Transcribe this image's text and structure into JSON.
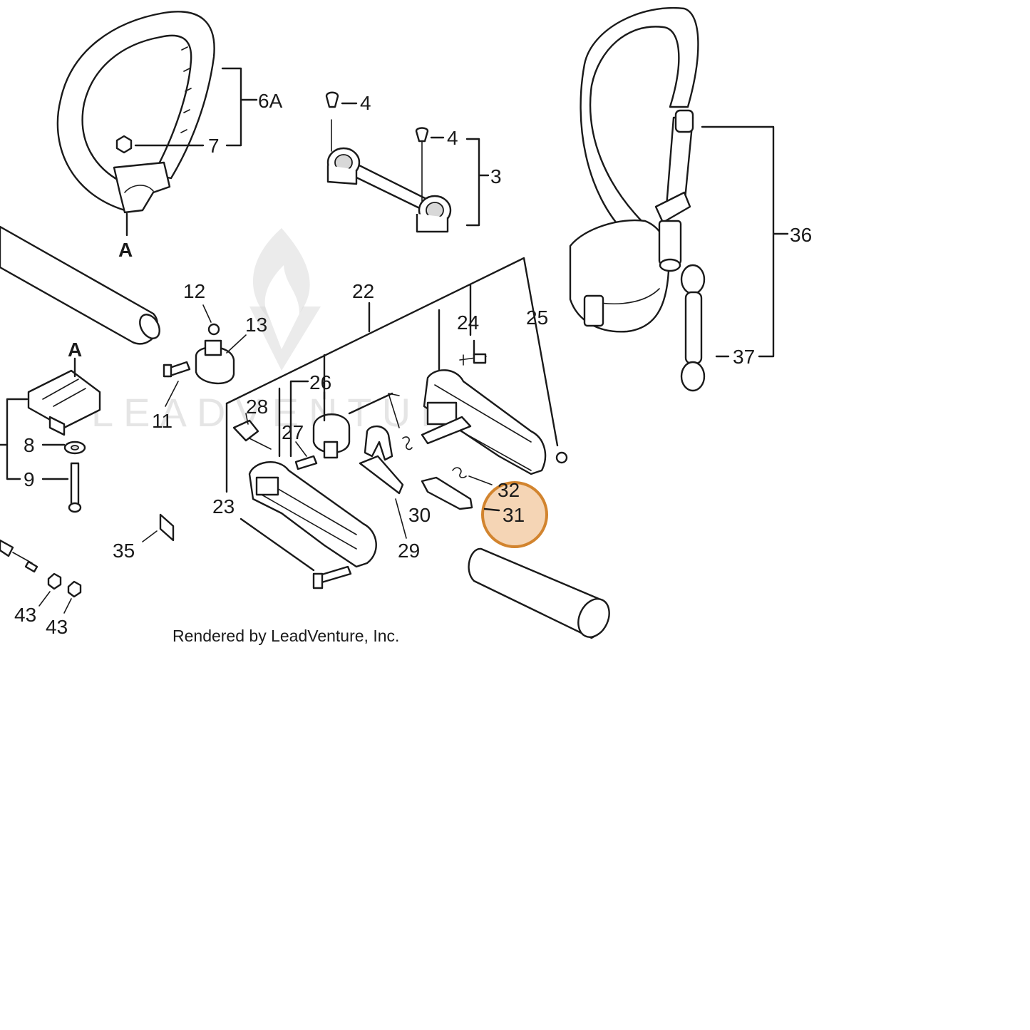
{
  "watermark": {
    "brand": "LEADVENTURE"
  },
  "credit": "Rendered by LeadVenture, Inc.",
  "highlight": {
    "label": "31",
    "color": "#d2842e"
  },
  "callouts": {
    "c6A": "6A",
    "c7": "7",
    "cA_top": "A",
    "c4a": "4",
    "c4b": "4",
    "c3": "3",
    "c36": "36",
    "c37": "37",
    "c12": "12",
    "c13": "13",
    "c11": "11",
    "cA_mid": "A",
    "c8": "8",
    "c9": "9",
    "c22": "22",
    "c24": "24",
    "c25": "25",
    "c26": "26",
    "c28": "28",
    "c27": "27",
    "c23": "23",
    "c30": "30",
    "c29": "29",
    "c32": "32",
    "c31": "31",
    "c35": "35",
    "c43a": "43",
    "c43b": "43"
  }
}
